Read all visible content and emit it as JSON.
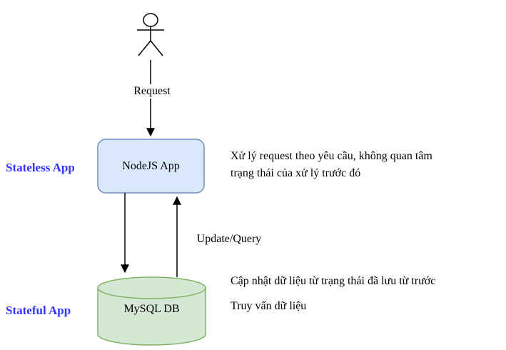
{
  "diagram": {
    "title": "Stateless vs Stateful App diagram",
    "colors": {
      "nodejs_fill": "#dae8fc",
      "nodejs_stroke": "#6c8ebf",
      "mysql_fill": "#d5e8d4",
      "mysql_stroke": "#82b366",
      "side_label_blue": "#3333ff",
      "line_black": "#000000"
    },
    "edges": {
      "request_label": "Request",
      "update_query_label": "Update/Query"
    },
    "nodes": {
      "nodejs": {
        "label": "NodeJS App"
      },
      "mysql": {
        "label": "MySQL DB"
      }
    },
    "side_labels": {
      "stateless": "Stateless App",
      "stateful": "Stateful App"
    },
    "annotations": {
      "stateless_desc": "Xử lý request theo yêu cầu, không quan tâm\ntrạng thái của xử lý trước đó",
      "update_desc": "Cập nhật dữ liệu từ trạng thái đã lưu từ trước",
      "query_desc": "Truy vấn dữ liệu"
    }
  }
}
